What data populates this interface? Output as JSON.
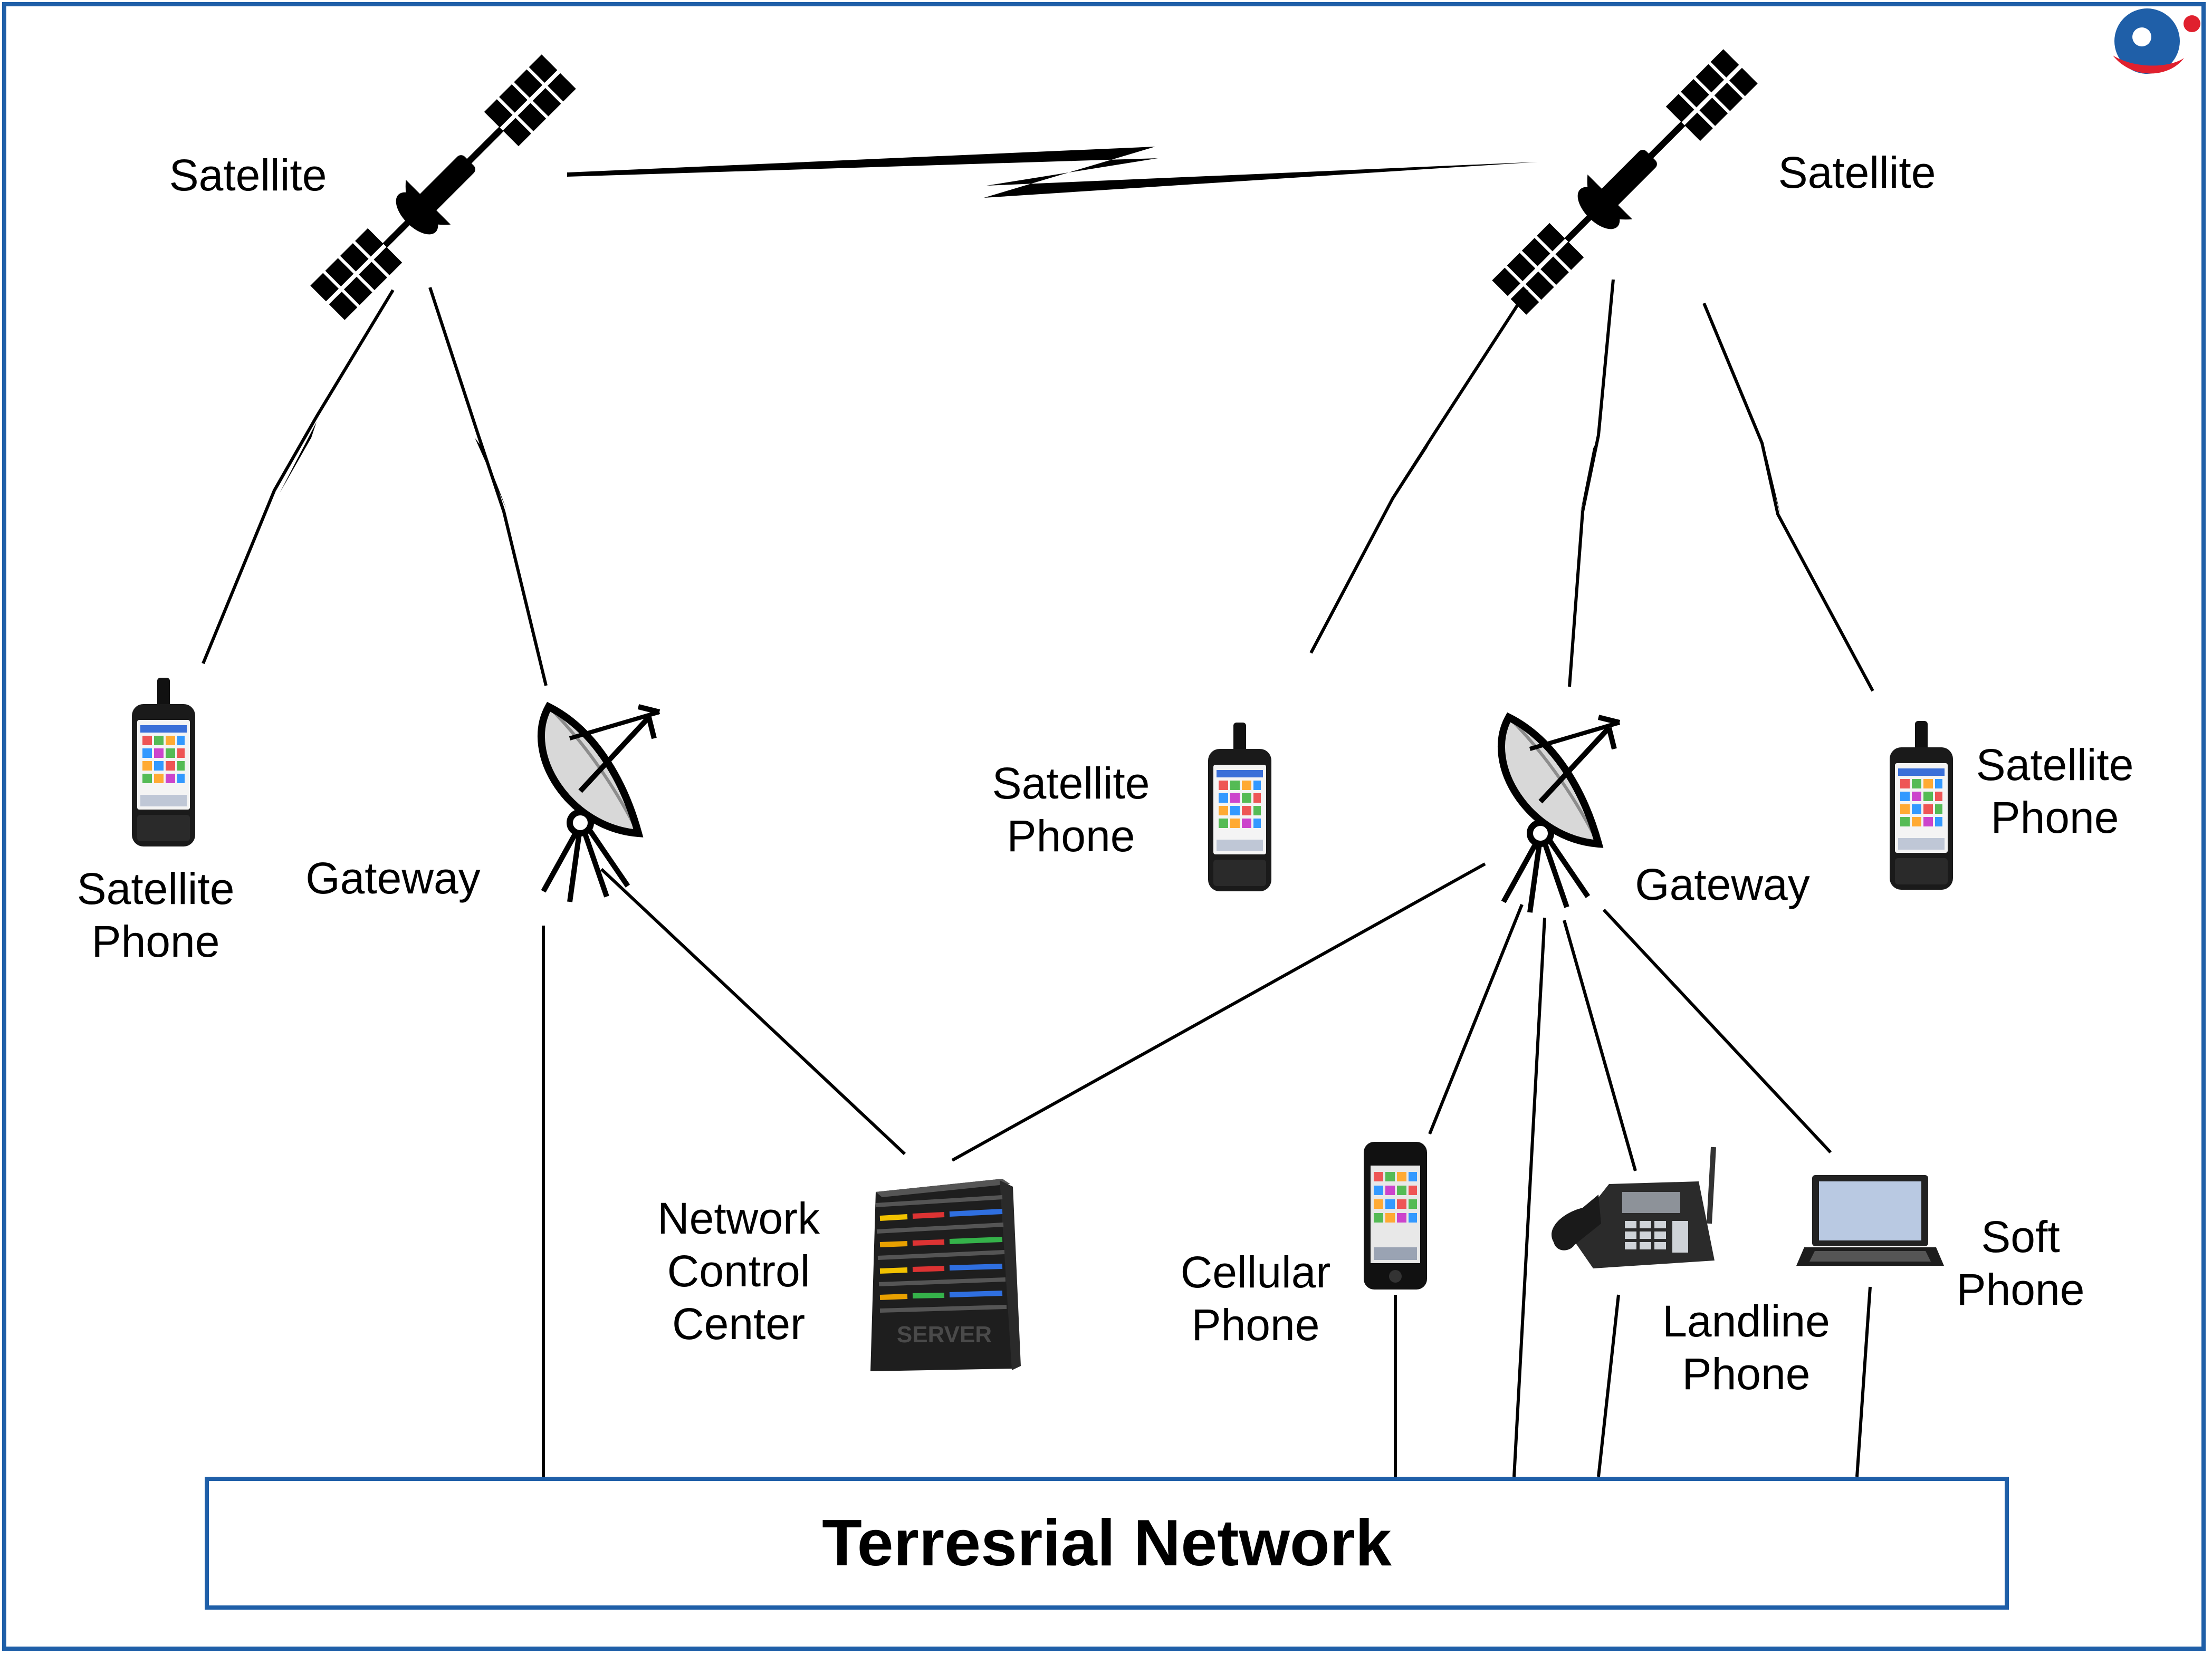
{
  "labels": {
    "sat_left": "Satellite",
    "sat_right": "Satellite",
    "phone_left": [
      "Satellite",
      "Phone"
    ],
    "gateway_left": "Gateway",
    "phone_mid": [
      "Satellite",
      "Phone"
    ],
    "gateway_right": "Gateway",
    "phone_right": [
      "Satellite",
      "Phone"
    ],
    "ncc": [
      "Network",
      "Control",
      "Center"
    ],
    "cellular": [
      "Cellular",
      "Phone"
    ],
    "landline": [
      "Landline",
      "Phone"
    ],
    "soft": [
      "Soft",
      "Phone"
    ],
    "terrestrial": "Terresrial Network",
    "server_text": "SERVER"
  },
  "icons": {
    "satellite": "satellite-icon",
    "dish": "satellite-dish-icon",
    "sat_phone": "satellite-phone-icon",
    "server": "server-icon",
    "cellular": "smartphone-icon",
    "landline": "desk-phone-icon",
    "laptop": "laptop-icon",
    "logo": "brand-logo-icon"
  },
  "colors": {
    "frame": "#1f5fa8",
    "logo_blue": "#1f5fa8",
    "logo_red": "#e0202e",
    "line": "#000000"
  }
}
